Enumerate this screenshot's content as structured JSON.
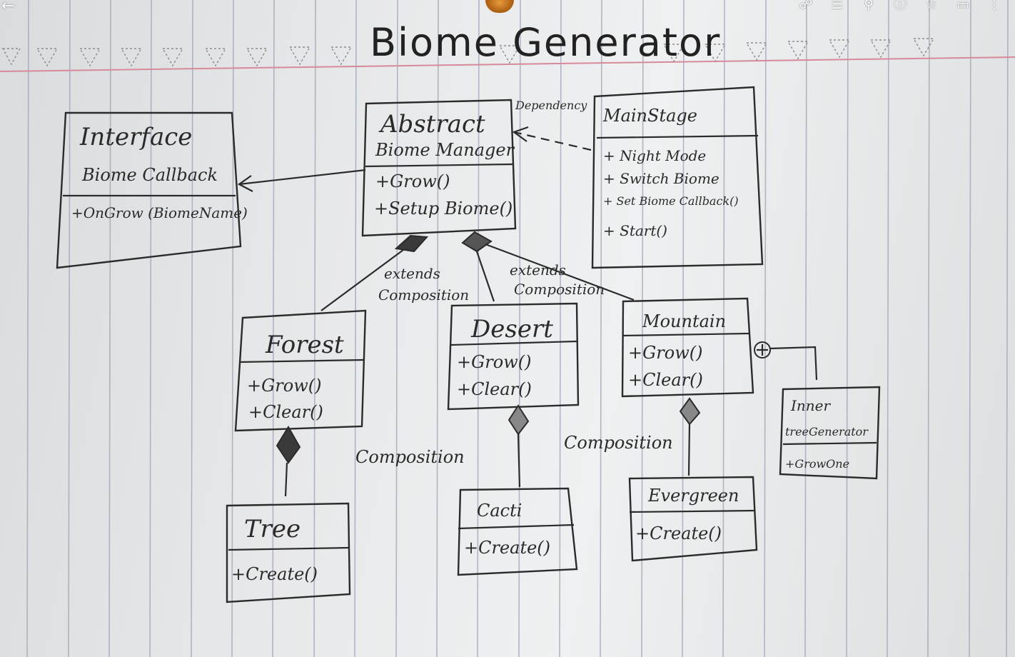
{
  "title": "Biome Generator",
  "classes": {
    "interface": {
      "name_line1": "Interface",
      "name_line2": "Biome Callback",
      "methods": [
        "+OnGrow (BiomeName)"
      ]
    },
    "abstract": {
      "name_line1": "Abstract",
      "name_line2": "Biome Manager",
      "methods": [
        "+Grow()",
        "+Setup Biome()"
      ]
    },
    "mainstage": {
      "name": "MainStage",
      "methods": [
        "+ Night Mode",
        "+ Switch Biome",
        "+ Set Biome Callback()",
        "+ Start()"
      ]
    },
    "forest": {
      "name": "Forest",
      "methods": [
        "+Grow()",
        "+Clear()"
      ]
    },
    "desert": {
      "name": "Desert",
      "methods": [
        "+Grow()",
        "+Clear()"
      ]
    },
    "mountain": {
      "name": "Mountain",
      "methods": [
        "+Grow()",
        "+Clear()"
      ]
    },
    "inner": {
      "name_line1": "Inner",
      "name_line2": "treeGenerator",
      "methods": [
        "+GrowOne"
      ]
    },
    "tree": {
      "name": "Tree",
      "methods": [
        "+Create()"
      ]
    },
    "cacti": {
      "name": "Cacti",
      "methods": [
        "+Create()"
      ]
    },
    "evergreen": {
      "name": "Evergreen",
      "methods": [
        "+Create()"
      ]
    }
  },
  "labels": {
    "dependency": "Dependency",
    "extends_1": "extends",
    "composition_1": "Composition",
    "extends_2": "extends",
    "composition_2": "Composition",
    "composition_forest": "Composition",
    "composition_mountain": "Composition"
  },
  "toolbar_icons": [
    "back-arrow-icon",
    "share-icon",
    "adjust-icon",
    "zoom-icon",
    "info-icon",
    "star-icon",
    "trash-icon",
    "more-icon"
  ],
  "colors": {
    "ink": "#2b2b2b",
    "paper": "#e8e9ea",
    "rule_lines": "#9aa3b8",
    "margin_line": "#d88a9a",
    "tack": "#c8741f"
  }
}
